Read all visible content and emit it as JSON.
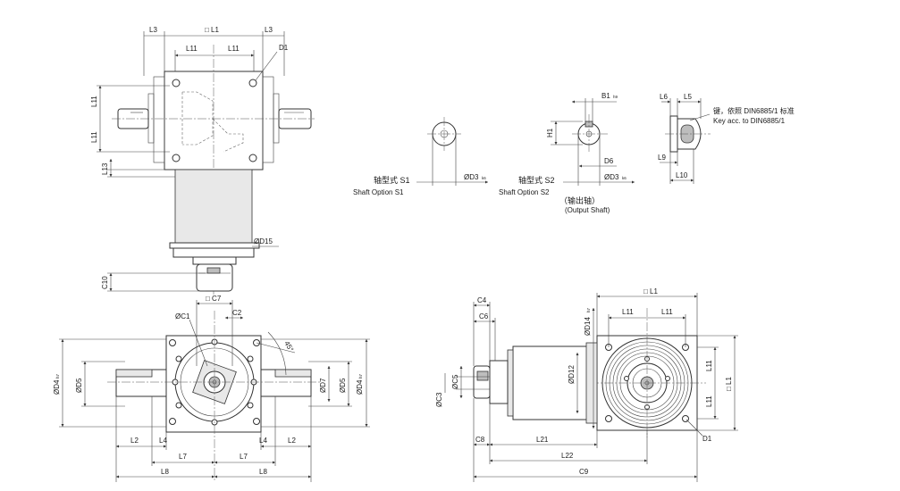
{
  "labels": {
    "top_L1": "□ L1",
    "top_L3_left": "L3",
    "top_L3_right": "L3",
    "top_L11_left": "L11",
    "top_L11_right": "L11",
    "top_D1": "D1",
    "top_L11_vert_a": "L11",
    "top_L11_vert_b": "L11",
    "top_L13": "L13",
    "top_D15": "ØD15",
    "top_C10": "C10",
    "front_C7": "□ C7",
    "front_C1": "ØC1",
    "front_C2": "C2",
    "front_45": "45°",
    "front_D4_left": "ØD4",
    "front_D4_left_tol": "h7",
    "front_D5_left": "ØD5",
    "front_D7_right": "ØD7",
    "front_D5_right": "ØD5",
    "front_D4_right": "ØD4",
    "front_D4_right_tol": "h7",
    "front_L2_left": "L2",
    "front_L4_left": "L4",
    "front_L4_right": "L4",
    "front_L2_right": "L2",
    "front_L7_left": "L7",
    "front_L7_right": "L7",
    "front_L8_left": "L8",
    "front_L8_right": "L8",
    "s1_D3": "ØD3",
    "s1_D3_tol": "k6",
    "s1_caption_cn": "轴型式 S1",
    "s1_caption_en": "Shaft Option S1",
    "s2_B1": "B1",
    "s2_B1_tol": "h9",
    "s2_H1": "H1",
    "s2_D6": "D6",
    "s2_D3": "ØD3",
    "s2_D3_tol": "k6",
    "s2_caption_cn": "轴型式 S2",
    "s2_caption_en": "Shaft Option S2",
    "s2_output_cn": "（输出轴）",
    "s2_output_en": "(Output Shaft)",
    "key_L6": "L6",
    "key_L5": "L5",
    "key_L9": "L9",
    "key_L10": "L10",
    "key_note_cn": "键，依照 DIN6885/1 标准",
    "key_note_en": "Key acc. to DIN6885/1",
    "side_C4": "C4",
    "side_C6": "C6",
    "side_C5": "ØC5",
    "side_C3": "ØC3",
    "side_D14": "ØD14",
    "side_D14_tol": "h7",
    "side_D12": "ØD12",
    "side_L1": "□ L1",
    "side_L11_left": "L11",
    "side_L11_right": "L11",
    "side_L11_vert_a": "L11",
    "side_L11_vert_b": "L11",
    "side_L1_vert": "□ L1",
    "side_D1": "D1",
    "side_C8": "C8",
    "side_L21": "L21",
    "side_L22": "L22",
    "side_C9": "C9"
  }
}
